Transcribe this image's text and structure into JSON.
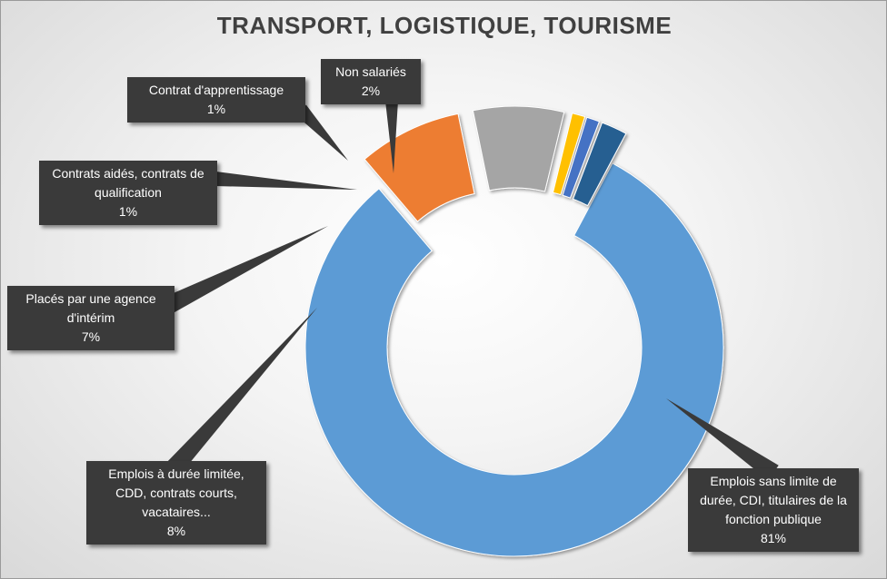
{
  "chart_data": {
    "type": "pie",
    "title": "TRANSPORT, LOGISTIQUE, TOURISME",
    "donut": true,
    "slices": [
      {
        "label": "Emplois sans limite de durée, CDI, titulaires de la fonction publique",
        "value": 81,
        "pct_label": "81%",
        "color": "#5b9bd5",
        "exploded": false
      },
      {
        "label": "Emplois à durée limitée, CDD, contrats courts, vacataires...",
        "value": 8,
        "pct_label": "8%",
        "color": "#ed7d31",
        "exploded": true
      },
      {
        "label": "Placés par une agence d'intérim",
        "value": 7,
        "pct_label": "7%",
        "color": "#a5a5a5",
        "exploded": true
      },
      {
        "label": "Contrats aidés, contrats de qualification",
        "value": 1,
        "pct_label": "1%",
        "color": "#ffc000",
        "exploded": true
      },
      {
        "label": "Contrat d'apprentissage",
        "value": 1,
        "pct_label": "1%",
        "color": "#4472c4",
        "exploded": true
      },
      {
        "label": "Non salariés",
        "value": 2,
        "pct_label": "2%",
        "color": "#255e91",
        "exploded": true
      }
    ],
    "legend": "none",
    "data_labels": "callouts"
  }
}
